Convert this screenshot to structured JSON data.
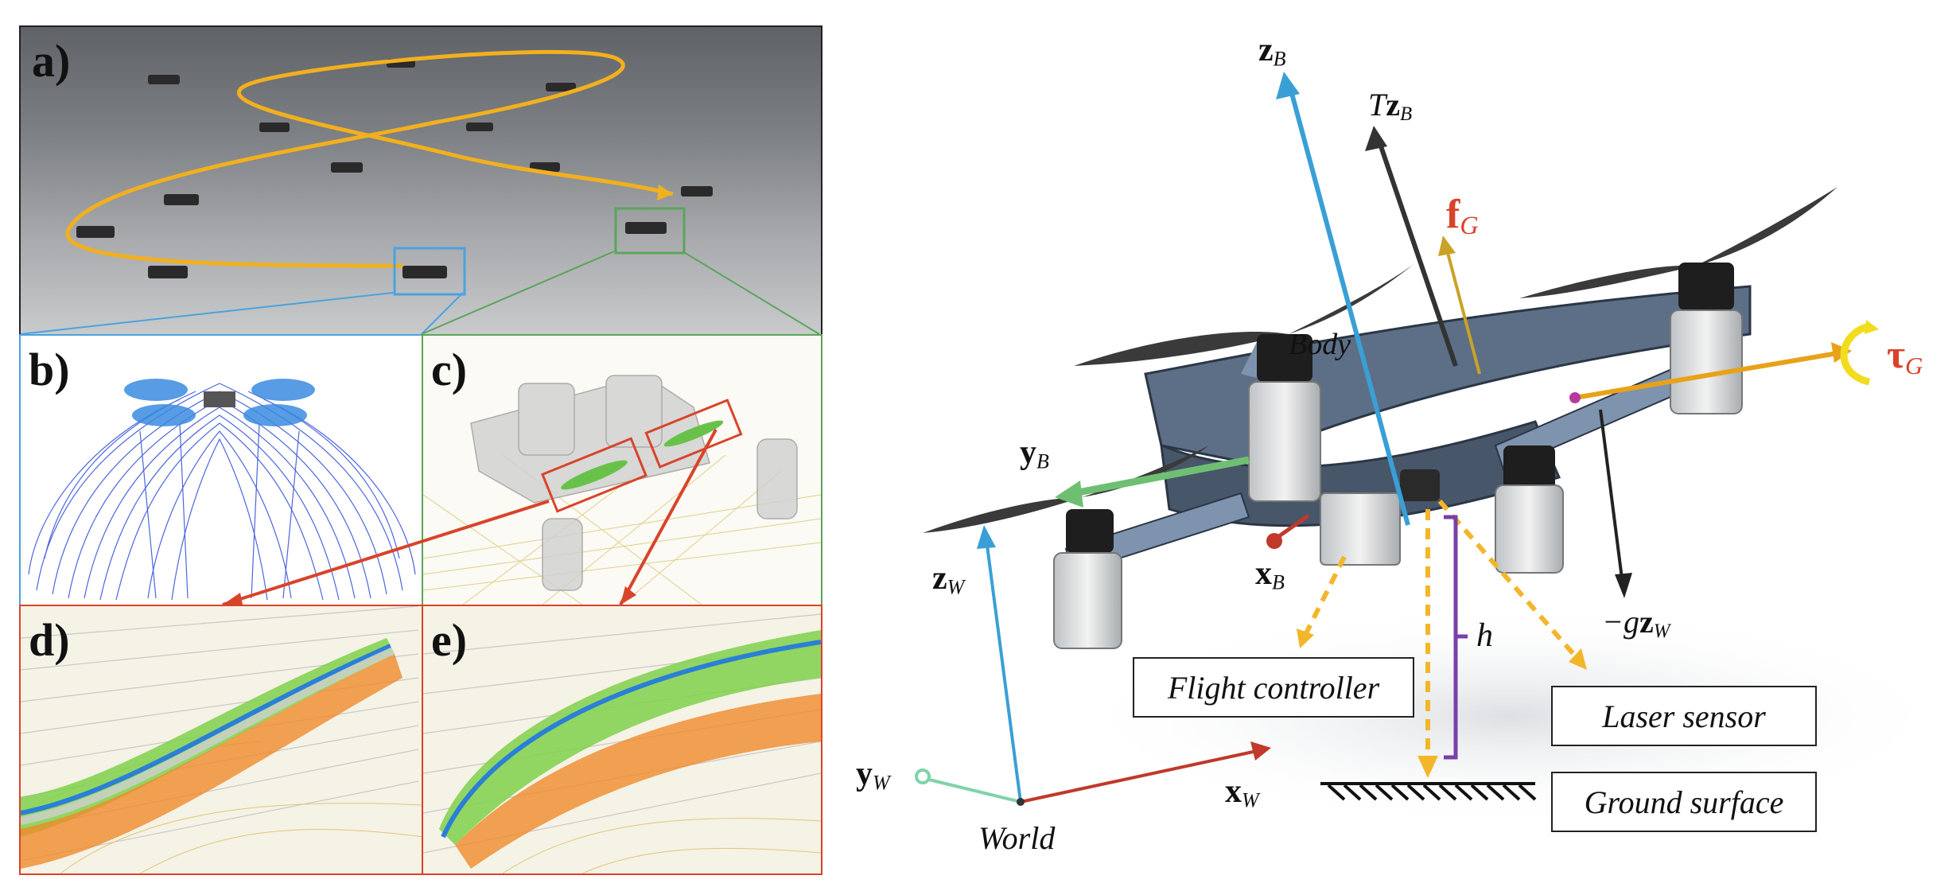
{
  "panels": {
    "a": "a)",
    "b": "b)",
    "c": "c)",
    "d": "d)",
    "e": "e)"
  },
  "labels": {
    "zB_main": "z",
    "zB_sub": "B",
    "TzB_T": "T",
    "TzB_z": "z",
    "TzB_sub": "B",
    "fG_main": "f",
    "fG_sub": "G",
    "tauG_main": "τ",
    "tauG_sub": "G",
    "body": "Body",
    "yB_main": "y",
    "yB_sub": "B",
    "xB_main": "x",
    "xB_sub": "B",
    "zW_main": "z",
    "zW_sub": "W",
    "gzW_minus_g": "−g",
    "gzW_z": "z",
    "gzW_sub": "W",
    "h": "h",
    "yW_main": "y",
    "yW_sub": "W",
    "xW_main": "x",
    "xW_sub": "W",
    "world": "World"
  },
  "boxes": {
    "flight_controller": "Flight controller",
    "laser_sensor": "Laser sensor",
    "ground_surface": "Ground surface"
  },
  "colors": {
    "zB_arrow": "#3a9fd6",
    "thrust_arrow": "#333333",
    "fG_arrow": "#c9a227",
    "tauG_arrow": "#e8a21a",
    "yB_arrow": "#6fbf73",
    "xB_arrow": "#c0392b",
    "zW_arrow": "#3a9fd6",
    "xW_arrow": "#c0392b",
    "yW_arrow": "#7fd3a8",
    "h_bracket": "#7a3fa8",
    "dashed_arrows": "#f3b62b",
    "panel_a_border": "#222222",
    "panel_b_border": "#4aa3df",
    "panel_c_border": "#5aa55a",
    "panel_de_border": "#d8442a",
    "trajectory": "#f2b01e"
  }
}
